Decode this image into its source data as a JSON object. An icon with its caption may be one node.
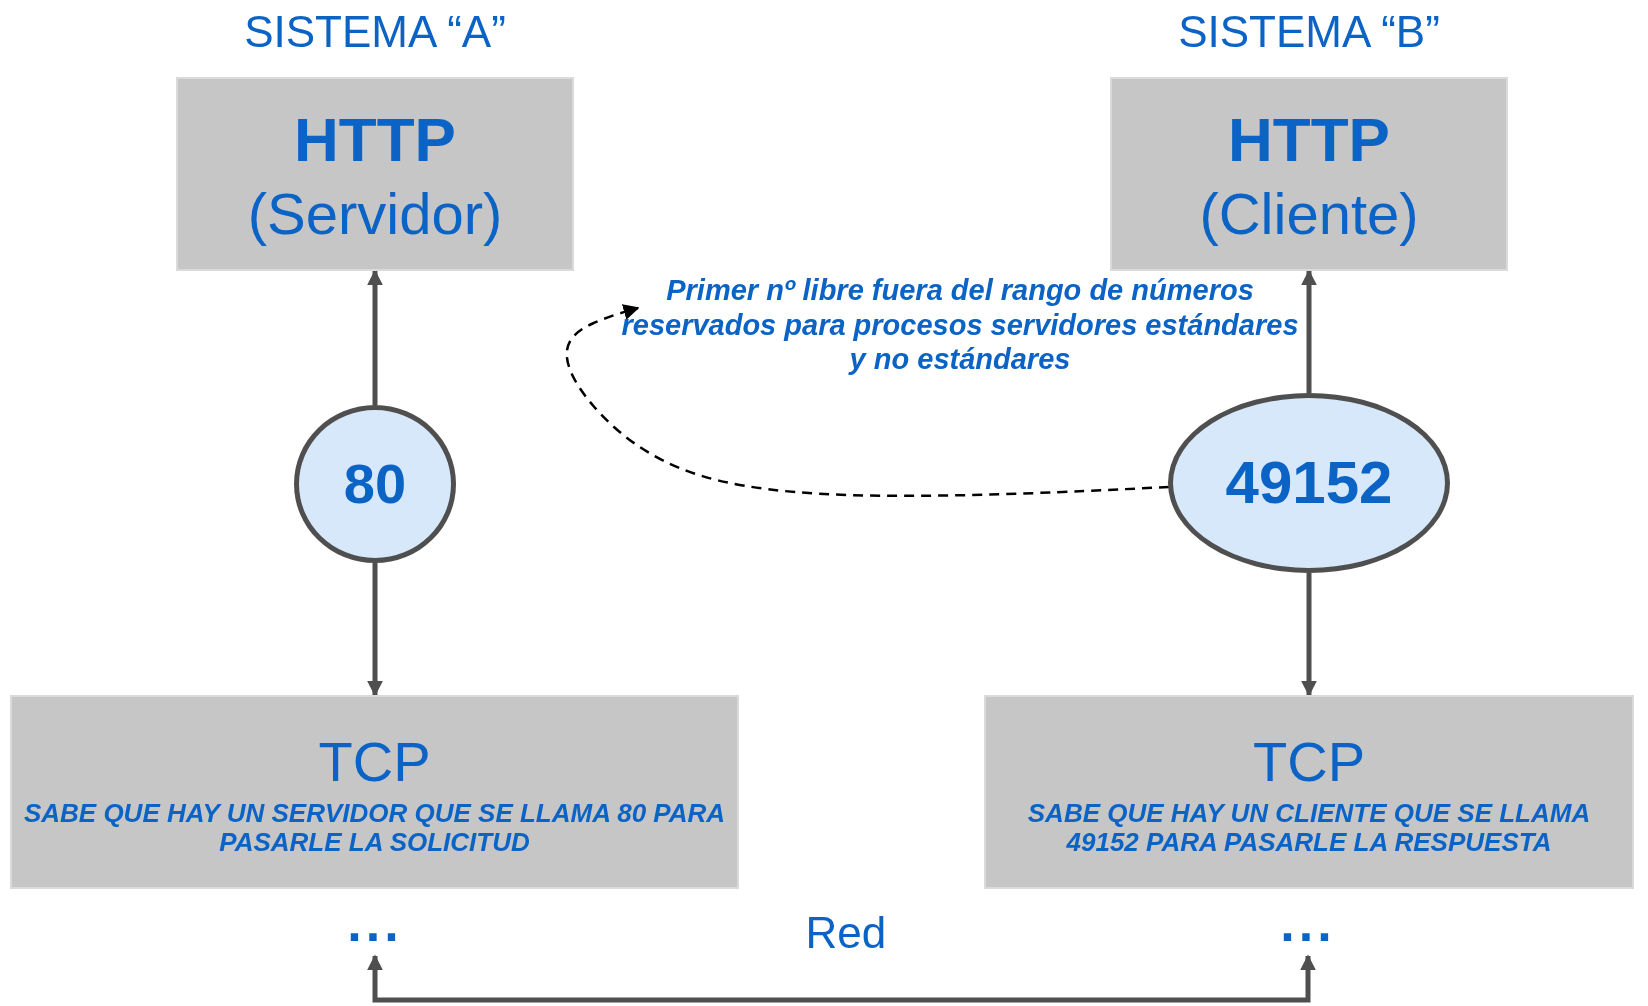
{
  "diagram": {
    "nodes": [
      {
        "text": [
          "HTTP",
          "(Servidor)"
        ],
        "beside": [
          "SISTEMA “A”"
        ]
      },
      {
        "text": [
          "HTTP",
          "(Cliente)"
        ],
        "beside": [
          "SISTEMA “B”"
        ]
      },
      {
        "text": [
          "80"
        ]
      },
      {
        "text": [
          "49152"
        ]
      },
      {
        "text": [
          "TCP",
          "SABE QUE HAY UN SERVIDOR QUE SE LLAMA 80 PARA PASARLE LA SOLICITUD"
        ]
      },
      {
        "text": [
          "TCP",
          "SABE QUE HAY UN CLIENTE QUE SE LLAMA 49152 PARA PASARLE LA RESPUESTA"
        ]
      },
      {
        "text": [
          "..."
        ]
      },
      {
        "text": [
          "..."
        ]
      },
      {
        "text": [
          "Primer nº libre fuera del rango de números reservados para procesos servidores estándares y no estándares"
        ]
      }
    ],
    "edges": [
      {
        "from": 2,
        "to": 0,
        "arrow": "to"
      },
      {
        "from": 2,
        "to": 4,
        "arrow": "to"
      },
      {
        "from": 3,
        "to": 1,
        "arrow": "to"
      },
      {
        "from": 3,
        "to": 5,
        "arrow": "to"
      },
      {
        "from": 3,
        "to": 8,
        "arrow": "to",
        "style": "dashed",
        "color": "#000000"
      },
      {
        "from": 6,
        "to": 7,
        "arrow": "both",
        "label": "Red"
      }
    ]
  }
}
